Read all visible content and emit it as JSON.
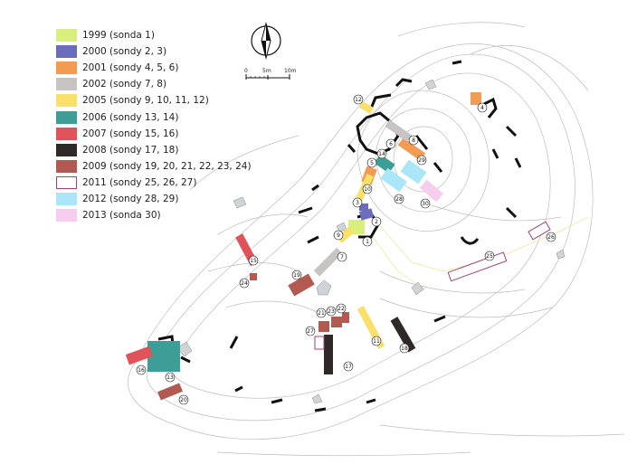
{
  "legend": [
    {
      "label": "1999 (sonda 1)",
      "color": "#d9ef7c"
    },
    {
      "label": "2000 (sondy 2, 3)",
      "color": "#6c6cbd"
    },
    {
      "label": "2001 (sondy 4, 5, 6)",
      "color": "#f39a53"
    },
    {
      "label": "2002 (sondy 7, 8)",
      "color": "#c8c4c4"
    },
    {
      "label": "2005 (sondy 9, 10, 11, 12)",
      "color": "#f8e06a"
    },
    {
      "label": "2006 (sondy 13, 14)",
      "color": "#3c9e96"
    },
    {
      "label": "2007 (sondy 15, 16)",
      "color": "#e0535a"
    },
    {
      "label": "2008 (sondy 17, 18)",
      "color": "#2f2a28"
    },
    {
      "label": "2009 (sondy 19, 20, 21, 22, 23, 24)",
      "color": "#b25a52"
    },
    {
      "label": "2011 (sondy 25, 26, 27)",
      "color": "#ffffff",
      "outline": "#a0407a"
    },
    {
      "label": "2012 (sondy 28, 29)",
      "color": "#a9e6f8"
    },
    {
      "label": "2013 (sonda 30)",
      "color": "#f6cdee"
    }
  ],
  "scale": {
    "labels": [
      "0",
      "5m",
      "10m"
    ]
  },
  "compass": {
    "icon": "north-arrow-icon"
  },
  "trenches": [
    {
      "n": "1",
      "color": "#d9ef7c"
    },
    {
      "n": "2",
      "color": "#6c6cbd"
    },
    {
      "n": "3",
      "color": "#6c6cbd"
    },
    {
      "n": "4",
      "color": "#f39a53"
    },
    {
      "n": "5",
      "color": "#f39a53"
    },
    {
      "n": "6",
      "color": "#f39a53"
    },
    {
      "n": "7",
      "color": "#c8c4c4"
    },
    {
      "n": "8",
      "color": "#c8c4c4"
    },
    {
      "n": "9",
      "color": "#f8e06a"
    },
    {
      "n": "10",
      "color": "#f8e06a"
    },
    {
      "n": "11",
      "color": "#f8e06a"
    },
    {
      "n": "12",
      "color": "#f8e06a"
    },
    {
      "n": "13",
      "color": "#3c9e96"
    },
    {
      "n": "14",
      "color": "#3c9e96"
    },
    {
      "n": "15",
      "color": "#e0535a"
    },
    {
      "n": "16",
      "color": "#e0535a"
    },
    {
      "n": "17",
      "color": "#2f2a28"
    },
    {
      "n": "18",
      "color": "#2f2a28"
    },
    {
      "n": "19",
      "color": "#b25a52"
    },
    {
      "n": "20",
      "color": "#b25a52"
    },
    {
      "n": "21",
      "color": "#b25a52"
    },
    {
      "n": "22",
      "color": "#b25a52"
    },
    {
      "n": "23",
      "color": "#b25a52"
    },
    {
      "n": "24",
      "color": "#b25a52"
    },
    {
      "n": "25",
      "color": "#ffffff",
      "outline": "#a0407a"
    },
    {
      "n": "26",
      "color": "#ffffff",
      "outline": "#a0407a"
    },
    {
      "n": "27",
      "color": "#ffffff",
      "outline": "#a0407a"
    },
    {
      "n": "28",
      "color": "#a9e6f8"
    },
    {
      "n": "29",
      "color": "#a9e6f8"
    },
    {
      "n": "30",
      "color": "#f6cdee"
    }
  ]
}
